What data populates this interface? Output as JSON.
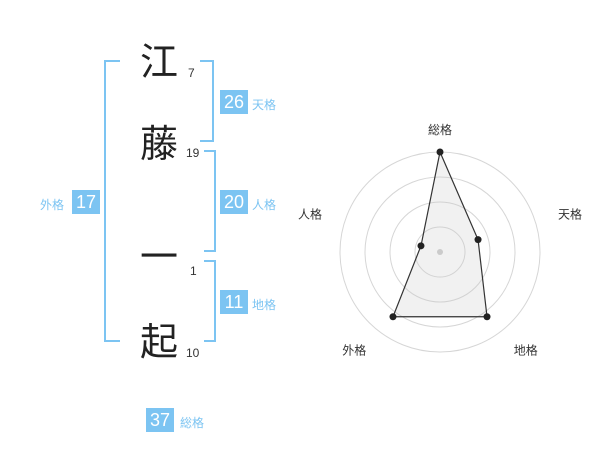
{
  "name": {
    "chars": [
      {
        "char": "江",
        "strokes": "7"
      },
      {
        "char": "藤",
        "strokes": "19"
      },
      {
        "char": "一",
        "strokes": "1"
      },
      {
        "char": "起",
        "strokes": "10"
      }
    ]
  },
  "fortunes": {
    "ten": {
      "value": "26",
      "label": "天格"
    },
    "jin": {
      "value": "20",
      "label": "人格"
    },
    "chi": {
      "value": "11",
      "label": "地格"
    },
    "gai": {
      "value": "17",
      "label": "外格"
    },
    "sou": {
      "value": "37",
      "label": "総格"
    }
  },
  "colors": {
    "accent": "#7cc4f2",
    "text": "#222222"
  },
  "chart_data": {
    "type": "radar",
    "axes": [
      "総格",
      "天格",
      "地格",
      "外格",
      "人格"
    ],
    "values": [
      1.0,
      0.4,
      0.8,
      0.8,
      0.2
    ],
    "rings": 4,
    "grid": true
  }
}
